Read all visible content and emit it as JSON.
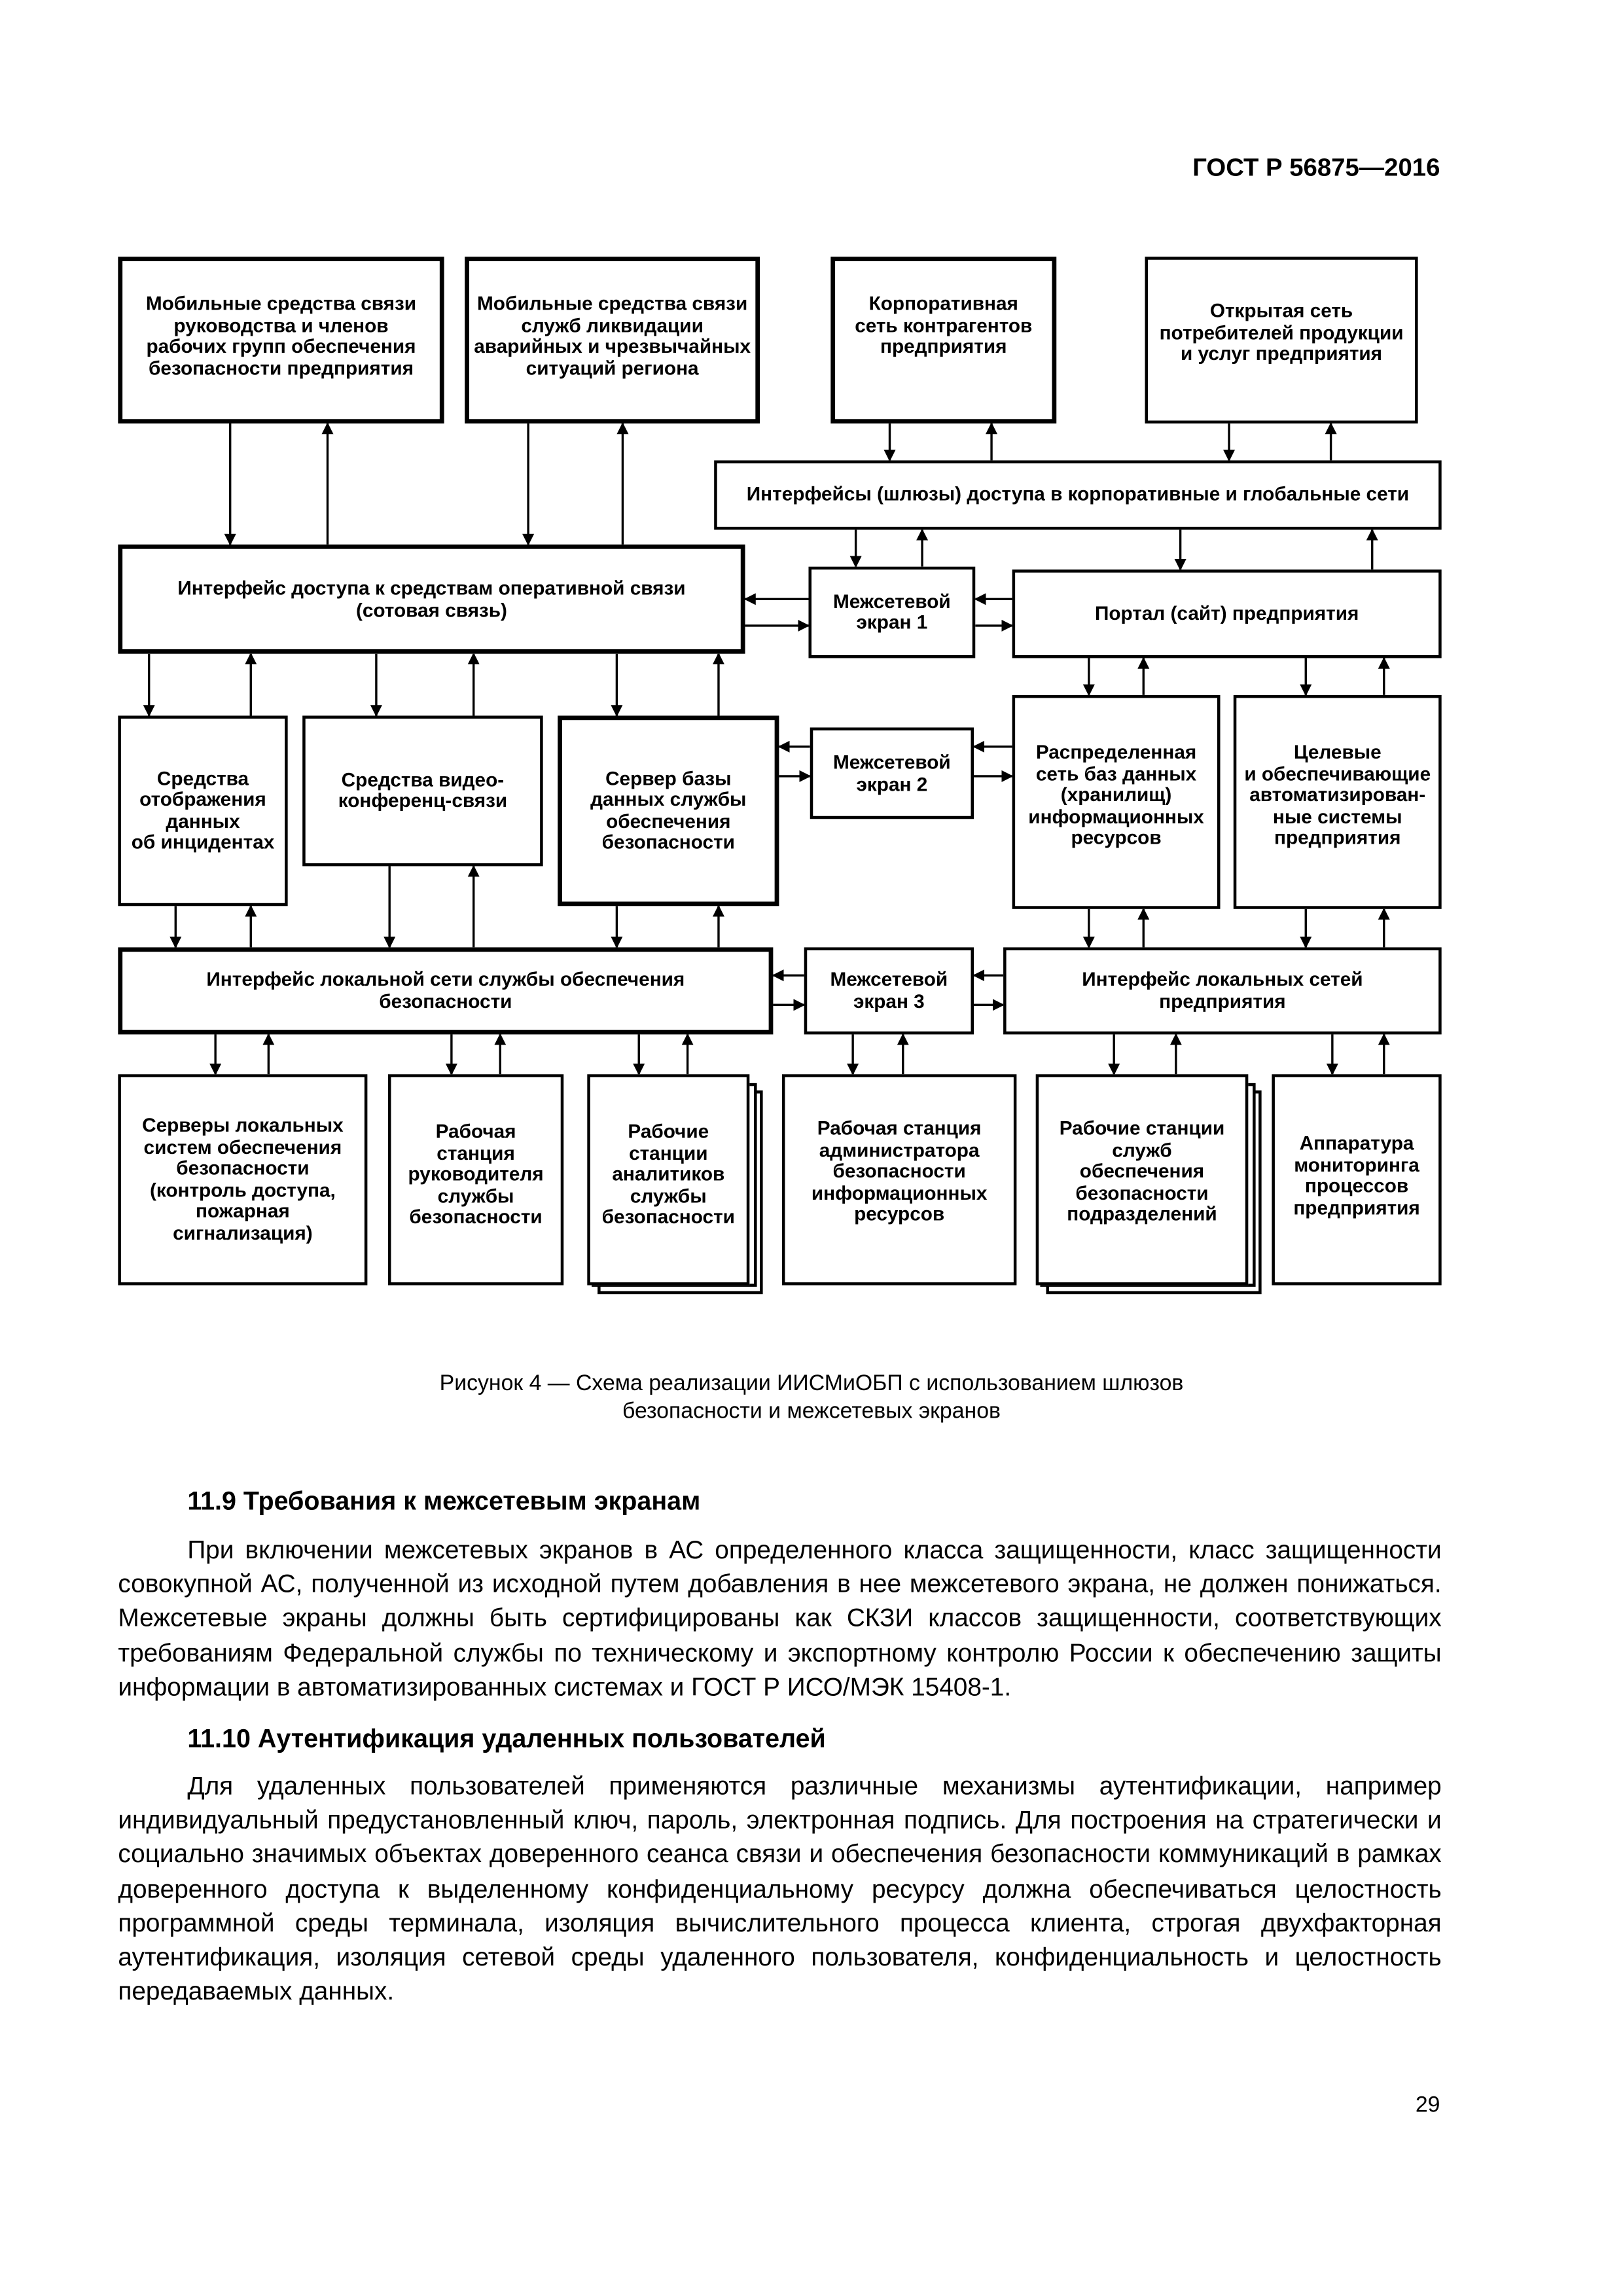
{
  "header": {
    "standard": "ГОСТ Р 56875—2016"
  },
  "figure": {
    "boxes": {
      "mobile_mgmt": "Мобильные средства связи\nруководства и членов\nрабочих групп обеспечения\nбезопасности предприятия",
      "mobile_emergency": "Мобильные средства связи\nслужб ликвидации\nаварийных и чрезвычайных\nситуаций региона",
      "corp_net": "Корпоративная\nсеть контрагентов\nпредприятия",
      "open_net": "Открытая сеть\nпотребителей продукции\nи услуг предприятия",
      "gateways": "Интерфейсы (шлюзы) доступа в корпоративные и глобальные сети",
      "cellular": "Интерфейс доступа к средствам оперативной связи\n(сотовая связь)",
      "firewall1": "Межсетевой\nэкран 1",
      "portal": "Портал (сайт) предприятия",
      "incident_display": "Средства\nотображения\nданных\nоб инцидентах",
      "video": "Средства видео-\nконференц-связи",
      "db_server": "Сервер базы\nданных службы\nобеспечения\nбезопасности",
      "firewall2": "Межсетевой\nэкран 2",
      "distributed_db": "Распределенная\nсеть баз данных\n(хранилищ)\nинформационных\nресурсов",
      "target_systems": "Целевые\nи обеспечивающие\nавтоматизирован-\nные системы\nпредприятия",
      "security_lan": "Интерфейс локальной сети службы обеспечения\nбезопасности",
      "firewall3": "Межсетевой\nэкран 3",
      "enterprise_lan": "Интерфейс локальных сетей\nпредприятия",
      "local_servers": "Серверы локальных\nсистем обеспечения\nбезопасности\n(контроль доступа,\nпожарная\nсигнализация)",
      "head_ws": "Рабочая\nстанция\nруководителя\nслужбы\nбезопасности",
      "analyst_ws": "Рабочие\nстанции\nаналитиков\nслужбы\nбезопасности",
      "admin_ws": "Рабочая станция\nадминистратора\nбезопасности\nинформационных\nресурсов",
      "division_ws": "Рабочие станции\nслужб\nобеспечения\nбезопасности\nподразделений",
      "monitoring": "Аппаратура\nмониторинга\nпроцессов\nпредприятия"
    },
    "caption": "Рисунок 4 — Схема реализации ИИСМиОБП с использованием шлюзов\nбезопасности и межсетевых экранов"
  },
  "section_11_9": {
    "title": "11.9 Требования к межсетевым экранам",
    "body": "При включении межсетевых экранов в АС определенного класса защищенности, класс защищенности совокупной АС, полученной из исходной путем добавления в нее межсетевого экрана, не должен понижаться. Межсетевые экраны должны быть сертифицированы как СКЗИ классов защищенности, соответствующих требованиям Федеральной службы по техническому и экспортному контролю России к обеспечению защиты информации в автоматизированных системах и ГОСТ Р ИСО/МЭК 15408-1."
  },
  "section_11_10": {
    "title": "11.10 Аутентификация удаленных пользователей",
    "body": "Для удаленных пользователей применяются различные механизмы аутентификации, например индивидуальный предустановленный ключ, пароль, электронная подпись. Для построения на стратегически и социально значимых объектах доверенного сеанса связи и обеспечения безопасности коммуникаций в рамках доверенного доступа к выделенному конфиденциальному ресурсу должна обеспечиваться целостность программной среды терминала, изоляция вычислительного процесса клиента, строгая двухфакторная аутентификация, изоляция сетевой среды удаленного пользователя, конфиденциальность и целостность передаваемых данных."
  },
  "page_number": "29"
}
